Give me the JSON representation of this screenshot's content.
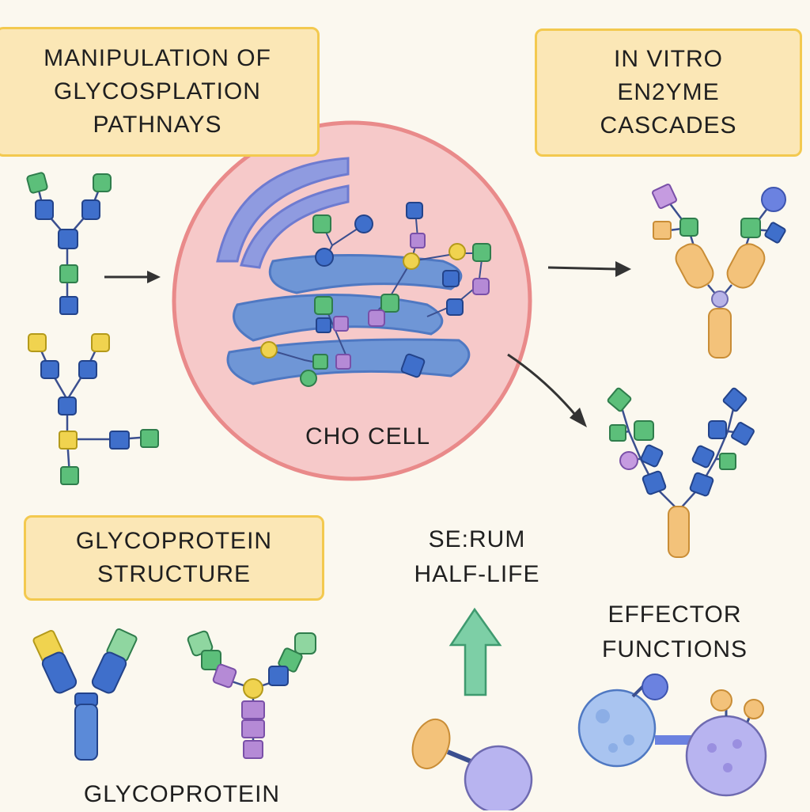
{
  "labels": {
    "glyco_pathways": [
      "MANIPULATION OF",
      "GLYCOSPLATION",
      "PATHNAYS"
    ],
    "in_vitro": [
      "IN VITRO",
      "EN2YME",
      "CASCADES"
    ],
    "cho_cell": "CHO CELL",
    "glycoprotein_structure": [
      "GLYCOPROTEIN",
      "STRUCTURE"
    ],
    "serum_half_life": [
      "SE:RUM",
      "HALF-LIFE"
    ],
    "effector_functions": [
      "EFFECTOR",
      "FUNCTIONS"
    ],
    "glycoprotein_bottom": "GLYCOPROTEIN"
  },
  "colors": {
    "background": "#fbf8ef",
    "label_fill": "#fbe7b6",
    "label_border": "#f3c94f",
    "cell_fill": "#f6c6c6",
    "cell_border": "#e98a8a",
    "organelle": "#6f96d6",
    "er": "#8f9be0",
    "sugar_blue": "#3f6fcb",
    "sugar_green": "#5cbf7a",
    "sugar_yellow": "#f0d34f",
    "sugar_purple": "#b58ad6",
    "antibody_orange": "#f3c27a",
    "arrow_dark": "#333333",
    "arrow_green": "#6cc49a"
  },
  "icons": [
    "glycan-tree-icon",
    "antibody-icon",
    "cho-cell-icon",
    "up-arrow-icon",
    "effector-cell-icon"
  ]
}
